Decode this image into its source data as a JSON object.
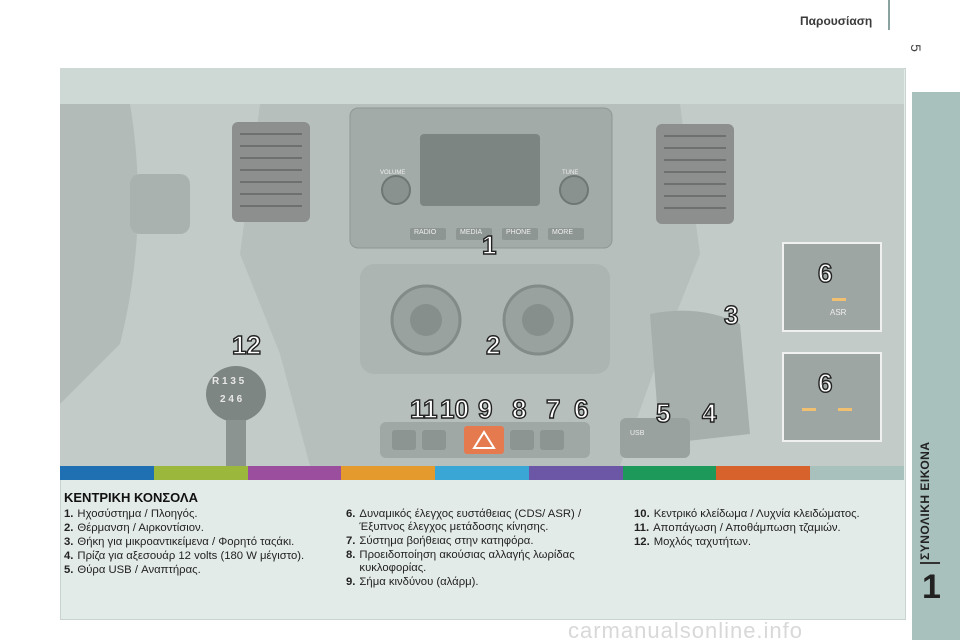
{
  "header": {
    "title": "Παρουσίαση",
    "page_number": "5"
  },
  "side_tab": {
    "label": "ΣΥΝΟΛΙΚΗ ΕΙΚΟΝΑ",
    "chapter": "1"
  },
  "figure": {
    "callouts": [
      "1",
      "2",
      "3",
      "4",
      "5",
      "6",
      "6",
      "6",
      "7",
      "8",
      "9",
      "10",
      "11",
      "12"
    ],
    "radio_buttons": [
      "RADIO",
      "MEDIA",
      "PHONE",
      "MORE"
    ],
    "radio_knob_labels": [
      "VOLUME",
      "TUNE"
    ],
    "gear_labels": [
      "R 1 3 5",
      "2 4 6"
    ],
    "usb_label": "USB",
    "asr_label": "ASR"
  },
  "section": {
    "title": "ΚΕΝΤΡΙΚΗ ΚΟΝΣΟΛΑ",
    "items": [
      {
        "num": "1.",
        "text": "Ηχοσύστημα / Πλοηγός."
      },
      {
        "num": "2.",
        "text": "Θέρμανση / Αιρκοντίσιον."
      },
      {
        "num": "3.",
        "text": "Θήκη για μικροαντικείμενα / Φορητό ταςάκι."
      },
      {
        "num": "4.",
        "text": "Πρίζα για αξεσουάρ 12 volts (180 W μέγιστο)."
      },
      {
        "num": "5.",
        "text": "Θύρα USB / Αναπτήρας."
      },
      {
        "num": "6.",
        "text": "Δυναμικός έλεγχος ευστάθειας (CDS/ ASR) / Έξυπνος έλεγχος μετάδοσης κίνησης."
      },
      {
        "num": "7.",
        "text": "Σύστημα βοήθειας στην κατηφόρα."
      },
      {
        "num": "8.",
        "text": "Προειδοποίηση ακούσιας αλλαγής λωρίδας κυκλοφορίας."
      },
      {
        "num": "9.",
        "text": "Σήμα κινδύνου (αλάρμ)."
      },
      {
        "num": "10.",
        "text": "Κεντρικό κλείδωμα / Λυχνία κλειδώματος."
      },
      {
        "num": "11.",
        "text": "Απoπάγωση / Αποθάμπωση τζαμιών."
      },
      {
        "num": "12.",
        "text": "Μοχλός ταχυτήτων."
      }
    ]
  },
  "watermark": "carmanualsonline.info",
  "colors": {
    "bar": [
      "#1f6fb3",
      "#9bb83c",
      "#9b4e9e",
      "#e49a2d",
      "#3aa6d6",
      "#6b57a5",
      "#1d9a5a",
      "#d8622b",
      "#a9c1bd"
    ],
    "side_tab": "#a9c1bd",
    "hazard": "#e57a4f"
  }
}
